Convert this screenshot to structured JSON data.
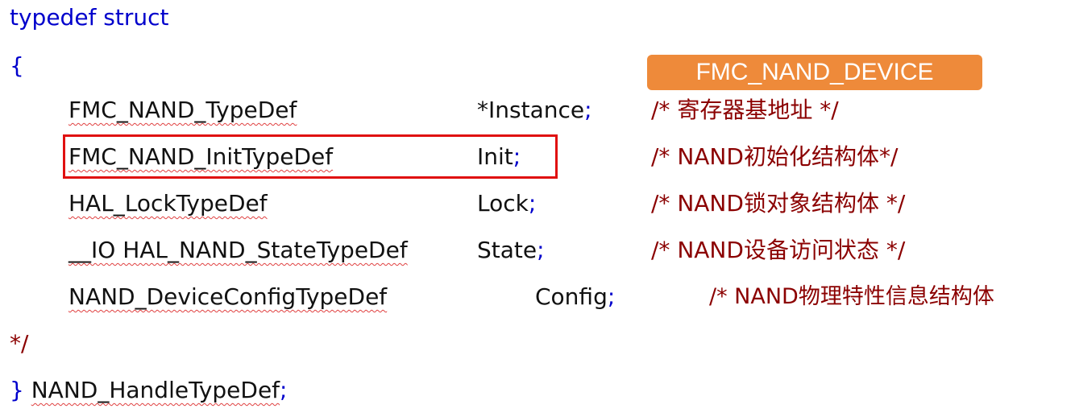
{
  "code": {
    "line_typedef": "typedef struct",
    "open_brace": "{",
    "members": [
      {
        "type": "FMC_NAND_TypeDef",
        "name": "*Instance",
        "semi": ";",
        "comment": "/* 寄存器基地址 */"
      },
      {
        "type": "FMC_NAND_InitTypeDef",
        "name": "Init",
        "semi": ";",
        "comment": "/* NAND初始化结构体*/"
      },
      {
        "type": "HAL_LockTypeDef",
        "name": "Lock",
        "semi": ";",
        "comment": "/* NAND锁对象结构体 */"
      },
      {
        "type": "__IO HAL_NAND_StateTypeDef",
        "name": "State",
        "semi": ";",
        "comment": "/* NAND设备访问状态 */"
      },
      {
        "type": "NAND_DeviceConfigTypeDef",
        "name": "Config",
        "semi": ";",
        "comment": "/* NAND物理特性信息结构体"
      }
    ],
    "comment_tail": "*/",
    "close_brace": "}",
    "struct_name": "NAND_HandleTypeDef",
    "struct_semi": ";"
  },
  "badge": {
    "label": "FMC_NAND_DEVICE",
    "color": "#ee8a3a"
  },
  "colors": {
    "keyword": "#0000cc",
    "comment": "#8b0000",
    "highlight_border": "#e01010"
  }
}
